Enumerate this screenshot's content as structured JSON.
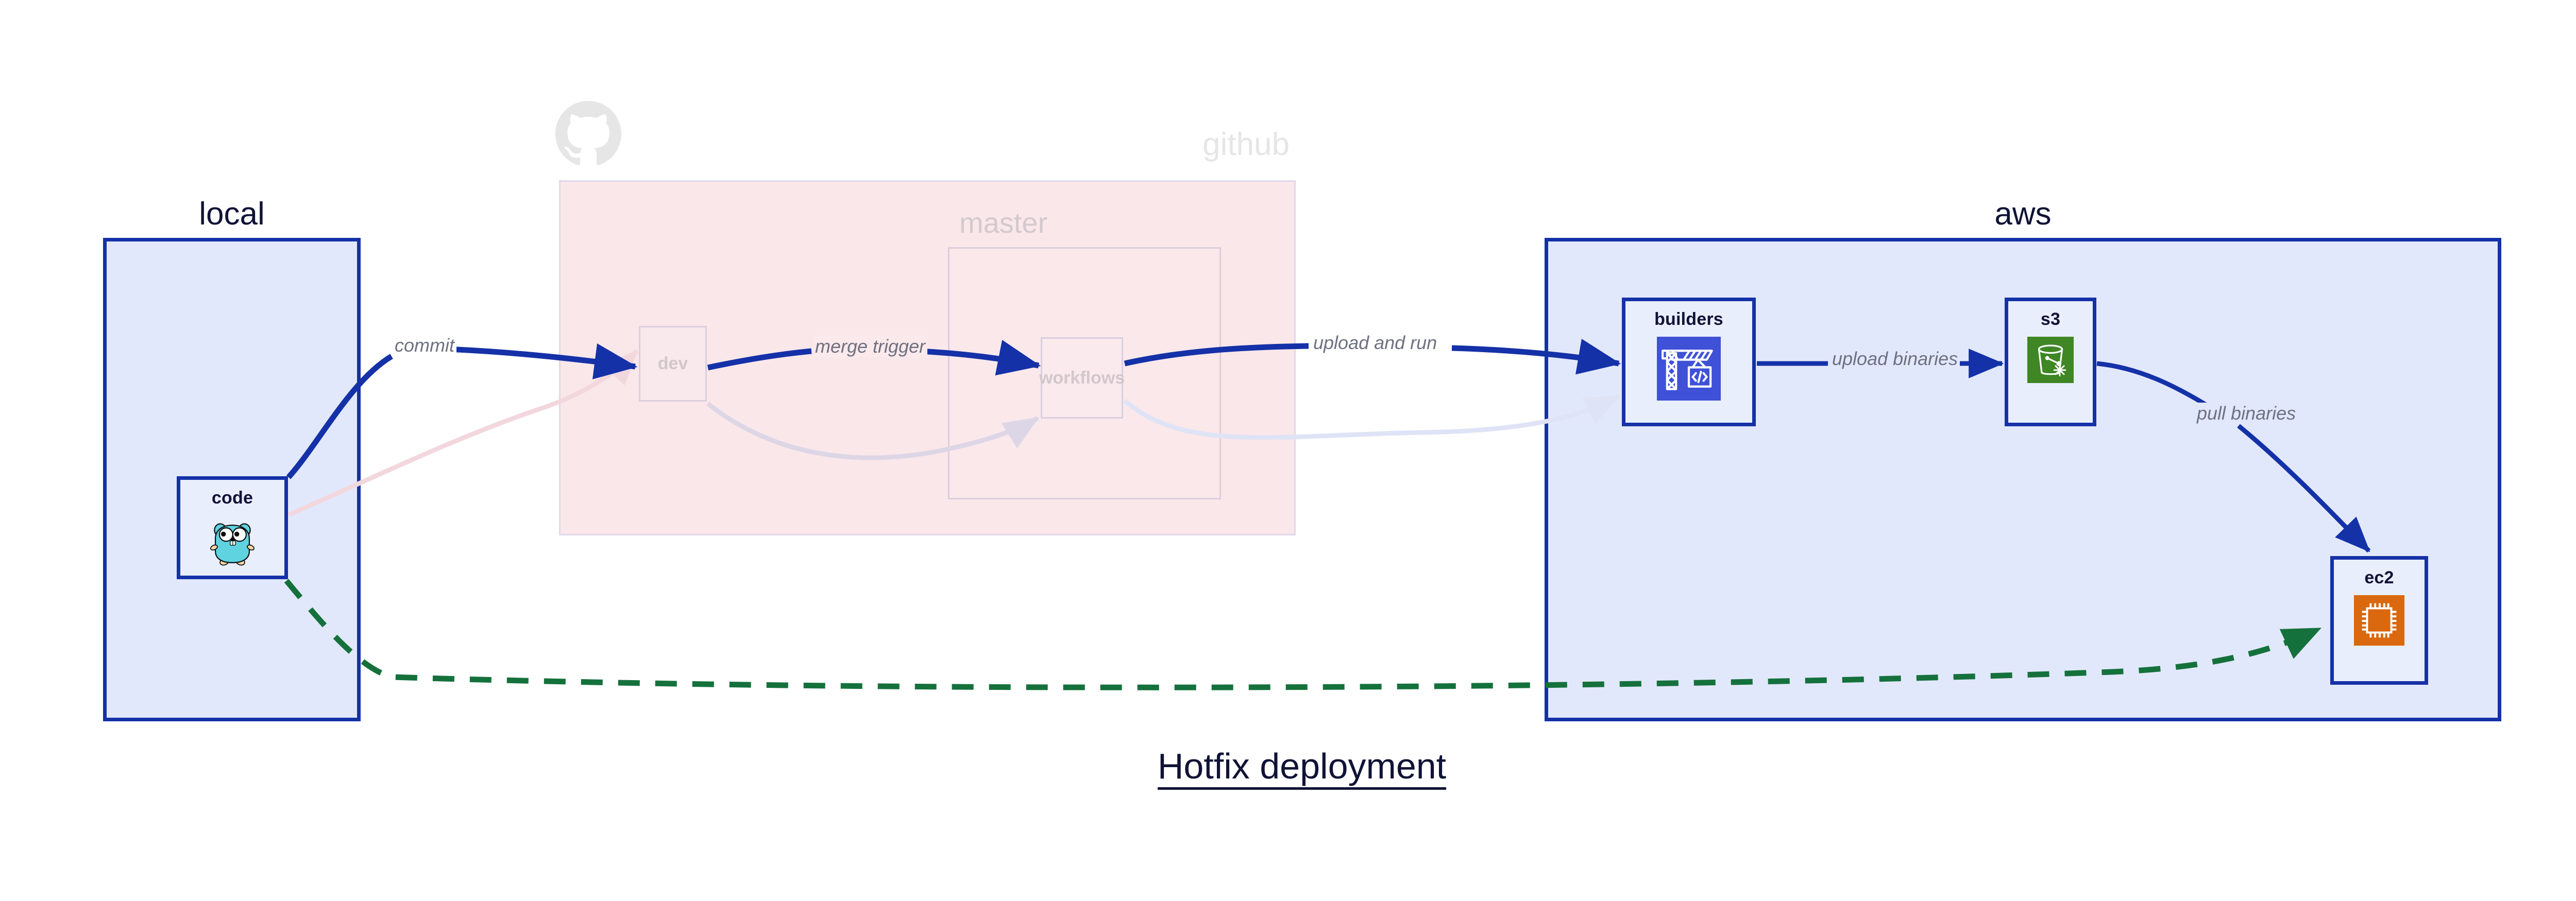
{
  "diagram": {
    "title": "Hotfix deployment",
    "colors": {
      "cluster_blue_fill": "#e2e8fb",
      "cluster_blue_border": "#1431a8",
      "github_pink_fill": "#f9e3e7",
      "edge_blue": "#1431a8",
      "edge_green": "#15713c",
      "label_gray": "#6e7180",
      "builders_icon_bg": "#3f51d6",
      "s3_icon_bg": "#3f8624",
      "ec2_icon_bg": "#d9680f",
      "gopher_body": "#5fd3e0",
      "faded_text": "#e6e6e6"
    }
  },
  "clusters": [
    {
      "id": "local",
      "label": "local"
    },
    {
      "id": "github",
      "label": "github",
      "faded": true
    },
    {
      "id": "master",
      "label": "master",
      "faded": true
    },
    {
      "id": "aws",
      "label": "aws"
    }
  ],
  "nodes": [
    {
      "id": "code",
      "label": "code",
      "icon": "go-gopher-icon",
      "cluster": "local",
      "faded": false
    },
    {
      "id": "dev",
      "label": "dev",
      "icon": "none",
      "cluster": "github",
      "faded": true
    },
    {
      "id": "workflows",
      "label": "workflows",
      "icon": "none",
      "cluster": "master",
      "faded": true
    },
    {
      "id": "builders",
      "label": "builders",
      "icon": "aws-codebuild-icon",
      "cluster": "aws",
      "faded": false
    },
    {
      "id": "s3",
      "label": "s3",
      "icon": "aws-s3-bucket-icon",
      "cluster": "aws",
      "faded": false
    },
    {
      "id": "ec2",
      "label": "ec2",
      "icon": "aws-ec2-chip-icon",
      "cluster": "aws",
      "faded": false
    }
  ],
  "edges": [
    {
      "id": "commit",
      "from": "code",
      "to": "dev",
      "label": "commit",
      "style": "solid",
      "color": "#1431a8",
      "faded": false
    },
    {
      "id": "merge-trigger",
      "from": "dev",
      "to": "workflows",
      "label": "merge trigger",
      "style": "solid",
      "color": "#1431a8",
      "faded": false
    },
    {
      "id": "upload-and-run",
      "from": "workflows",
      "to": "builders",
      "label": "upload and run",
      "style": "solid",
      "color": "#1431a8",
      "faded": false
    },
    {
      "id": "upload-binaries",
      "from": "builders",
      "to": "s3",
      "label": "upload binaries",
      "style": "solid",
      "color": "#1431a8",
      "faded": false
    },
    {
      "id": "pull-binaries",
      "from": "s3",
      "to": "ec2",
      "label": "pull binaries",
      "style": "solid",
      "color": "#1431a8",
      "faded": false
    },
    {
      "id": "hotfix-direct",
      "from": "code",
      "to": "ec2",
      "label": "",
      "style": "dashed",
      "color": "#15713c",
      "faded": false
    },
    {
      "id": "ghost-code-dev",
      "from": "code",
      "to": "dev",
      "label": "",
      "style": "solid",
      "color": "#f2d7dd",
      "faded": true
    },
    {
      "id": "ghost-dev-workflows",
      "from": "dev",
      "to": "workflows",
      "label": "",
      "style": "solid",
      "color": "#ddd6e6",
      "faded": true
    },
    {
      "id": "ghost-workflows-builders",
      "from": "workflows",
      "to": "builders",
      "label": "",
      "style": "solid",
      "color": "#dfe3f6",
      "faded": true
    }
  ],
  "icons": {
    "github_mark": "github-octocat-icon"
  }
}
